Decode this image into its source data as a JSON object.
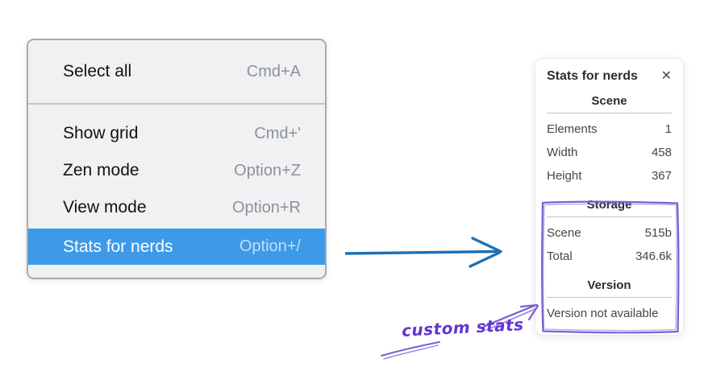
{
  "context_menu": {
    "items": [
      {
        "label": "Select all",
        "shortcut": "Cmd+A"
      },
      {
        "label": "Show grid",
        "shortcut": "Cmd+'"
      },
      {
        "label": "Zen mode",
        "shortcut": "Option+Z"
      },
      {
        "label": "View mode",
        "shortcut": "Option+R"
      },
      {
        "label": "Stats for nerds",
        "shortcut": "Option+/",
        "highlighted": true
      }
    ],
    "highlight_color": "#3d9ae8"
  },
  "stats_panel": {
    "title": "Stats for nerds",
    "close_icon": "✕",
    "sections": [
      {
        "heading": "Scene",
        "rows": [
          {
            "label": "Elements",
            "value": "1"
          },
          {
            "label": "Width",
            "value": "458"
          },
          {
            "label": "Height",
            "value": "367"
          }
        ]
      },
      {
        "heading": "Storage",
        "rows": [
          {
            "label": "Scene",
            "value": "515b"
          },
          {
            "label": "Total",
            "value": "346.6k"
          }
        ]
      },
      {
        "heading": "Version",
        "note": "Version not available"
      }
    ]
  },
  "annotations": {
    "custom_stats_label": "custom stats",
    "purple_color": "#7b5fd4",
    "blue_arrow_color": "#1d6fb3"
  }
}
